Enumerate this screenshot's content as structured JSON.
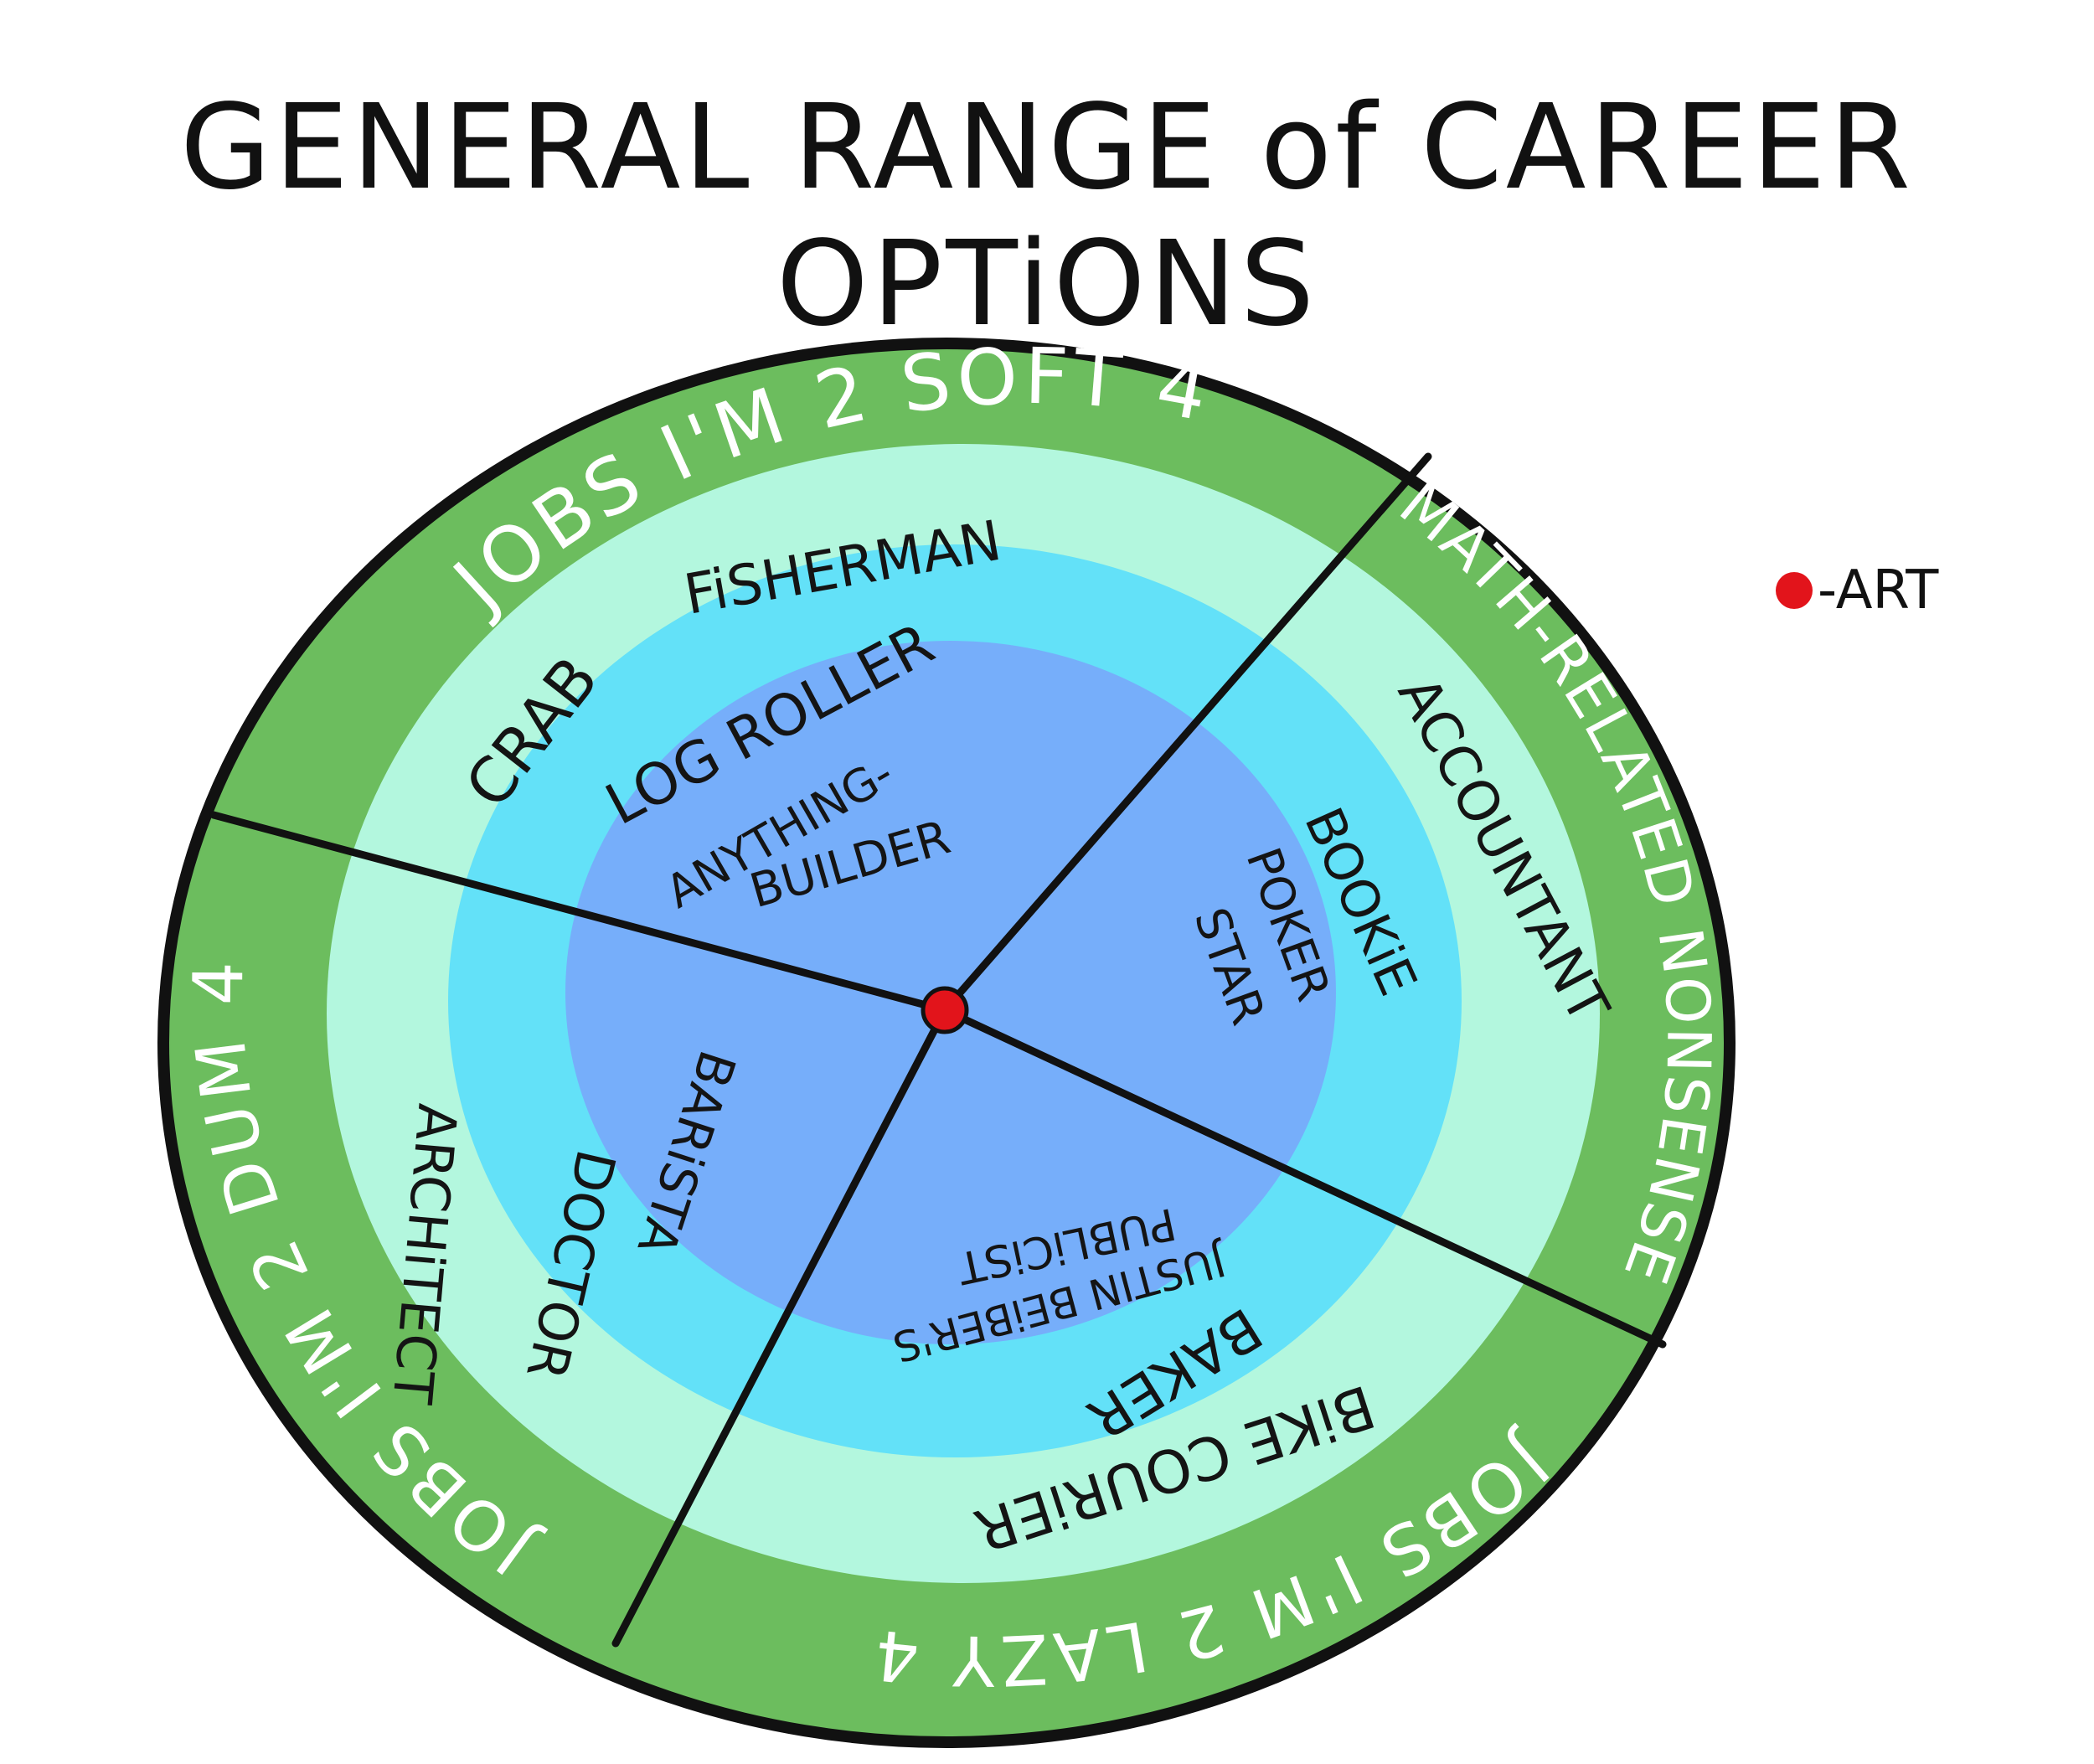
{
  "title": "GENERAL RANGE of CAREER OPTiONS",
  "legend": {
    "dot_color": "#e2141b",
    "label": "-ART"
  },
  "colors": {
    "outer_ring": "#6cbd5e",
    "ring_2": "#b3f7de",
    "ring_3": "#63e1f8",
    "core": "#76aefa",
    "center_dot": "#e2141b",
    "outline": "#111111"
  },
  "wheel": {
    "outer_labels": {
      "soft": "JOBS I'M 2 SOFT 4",
      "math": "MATH-RELATED NONSENSE",
      "lazy": "JOBS I'M 2 LAZY 4",
      "dum": "JOBS I'M 2 DUM 4"
    },
    "jobs": {
      "crab_fisherman_1": "CRAB",
      "crab_fisherman_2": "FiSHERMAN",
      "log_roller": "LOG ROLLER",
      "anything_builder_1": "ANYTHING-",
      "anything_builder_2": "BUILDER",
      "accountant": "ACCOUNTANT",
      "bookie": "BOOKiE",
      "poker_star_1": "POKER",
      "poker_star_2": "STAR",
      "architect": "ARCHiTECT",
      "doctor": "DOCTOR",
      "barista": "BARiSTA",
      "bieber_1": "JUSTIN BEiBER'S",
      "bieber_2": "PUBLiCiST",
      "baker": "BAKER",
      "bike_courier": "BiKE COURiER"
    }
  }
}
